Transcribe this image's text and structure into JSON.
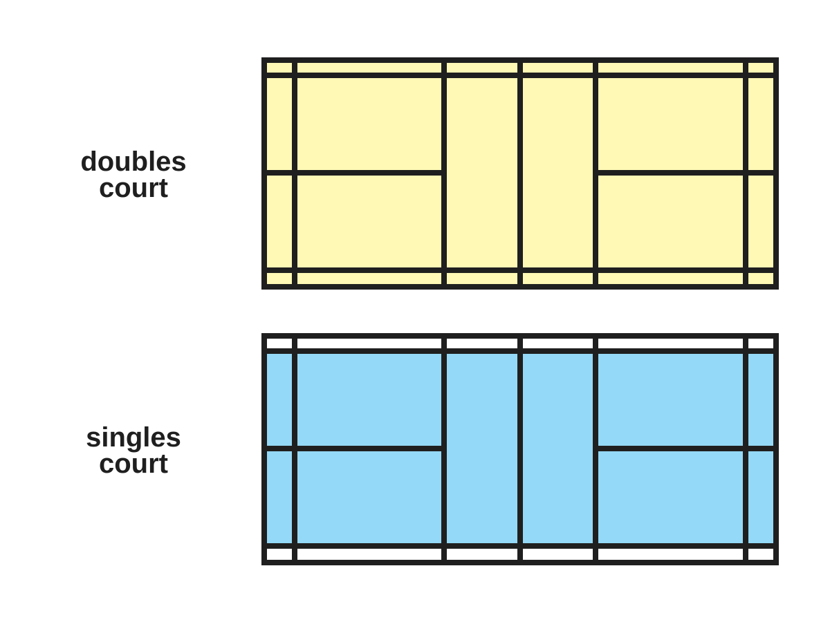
{
  "labels": {
    "doubles": {
      "line1": "doubles",
      "line2": "court"
    },
    "singles": {
      "line1": "singles",
      "line2": "court"
    }
  },
  "colors": {
    "line": "#1f1f1f",
    "doubles_fill": "#fff9b5",
    "singles_fill": "#94d9f7",
    "background": "#ffffff"
  }
}
